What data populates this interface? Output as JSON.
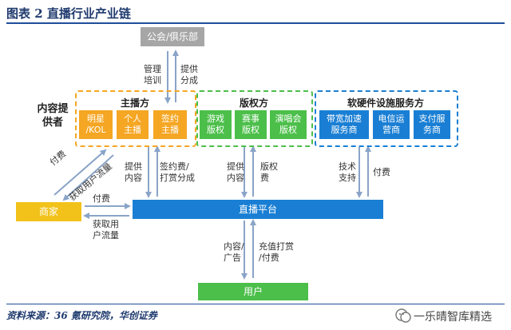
{
  "title": "图表 2    直播行业产业链",
  "footer": "资料来源：36 氪研究院，华创证券",
  "watermark": "一乐晴智库精选",
  "colors": {
    "navy": "#1f4e9a",
    "orange": "#f5a623",
    "green": "#4cbf4a",
    "blue": "#1a7fd4",
    "gray": "#a6a6a6",
    "yellow": "#f2c21a"
  },
  "nodes": {
    "guild": "公会/俱乐部",
    "platform": "直播平台",
    "merchant": "商家",
    "user": "用户"
  },
  "groups": {
    "content_provider": "内容提\n供者",
    "anchor": {
      "label": "主播方",
      "items": [
        "明星\n/KOL",
        "个人\n主播",
        "签约\n主播"
      ]
    },
    "copyright": {
      "label": "版权方",
      "items": [
        "游戏\n版权",
        "赛事\n版权",
        "演唱会\n版权"
      ]
    },
    "infra": {
      "label": "软硬件设施服务方",
      "items": [
        "带宽加速\n服务商",
        "电信运\n营商",
        "支付服\n务商"
      ]
    }
  },
  "edge_labels": {
    "manage_train": "管理\n培训",
    "provide_share": "提供\n分成",
    "provide_content_1": "提供\n内容",
    "sign_fee": "签约费/\n打赏分成",
    "provide_content_2": "提供\n内容",
    "copyright_fee": "版权\n费",
    "tech_support": "技术\n支持",
    "pay_infra": "付费",
    "pay_diag": "付费",
    "get_traffic_diag": "获取用户流量",
    "pay_merchant": "付费",
    "get_traffic": "获取用\n户流量",
    "content_ads": "内容/\n广告",
    "recharge_tip": "充值打赏\n/付费"
  }
}
